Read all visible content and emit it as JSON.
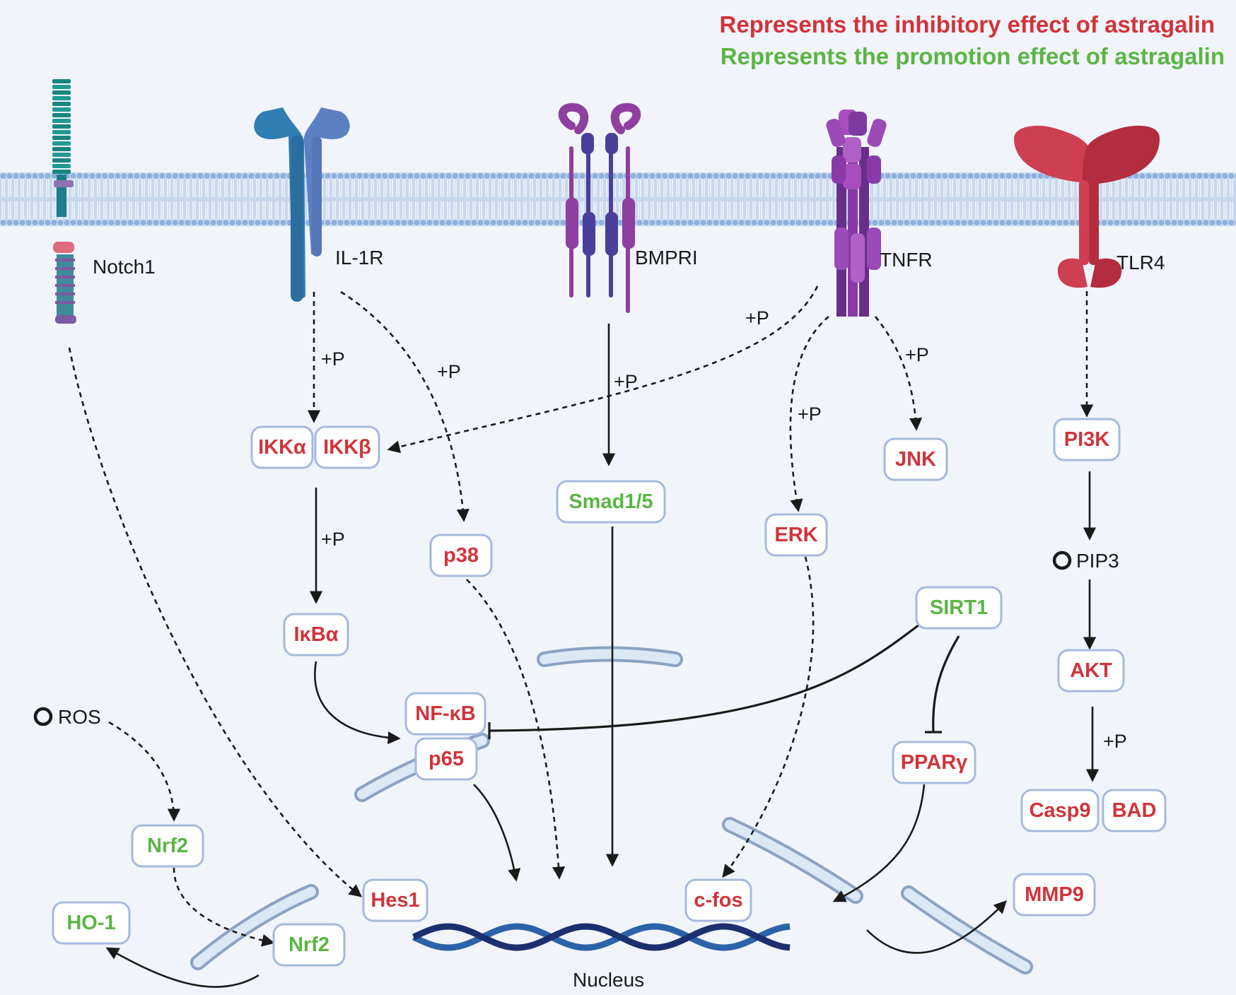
{
  "legend": {
    "inhibitory": "Represents the inhibitory effect of astragalin",
    "promotion": "Represents the promotion effect of astragalin"
  },
  "colors": {
    "inhibitory": "#d0343a",
    "promotion": "#5bb544",
    "membrane": "#b9cde9",
    "background": "#f1f4fa",
    "box_border": "#a7b9dc"
  },
  "receptors": {
    "notch1": "Notch1",
    "il1r": "IL-1R",
    "bmpri": "BMPRI",
    "tnfr": "TNFR",
    "tlr4": "TLR4"
  },
  "nodes": {
    "ikka": "IKKα",
    "ikkb": "IKKβ",
    "p38": "p38",
    "smad15": "Smad1/5",
    "erk": "ERK",
    "jnk": "JNK",
    "pi3k": "PI3K",
    "ikba": "IκBα",
    "nfkb": "NF-κB",
    "p65": "p65",
    "sirt1": "SIRT1",
    "pparg": "PPARγ",
    "akt": "AKT",
    "casp9": "Casp9",
    "bad": "BAD",
    "nrf2_cyto": "Nrf2",
    "nrf2_nuc": "Nrf2",
    "ho1": "HO-1",
    "hes1": "Hes1",
    "cfos": "c-fos",
    "mmp9": "MMP9"
  },
  "molecules": {
    "ros": "ROS",
    "pip3": "PIP3"
  },
  "phospho_label": "+P",
  "nucleus_label": "Nucleus"
}
